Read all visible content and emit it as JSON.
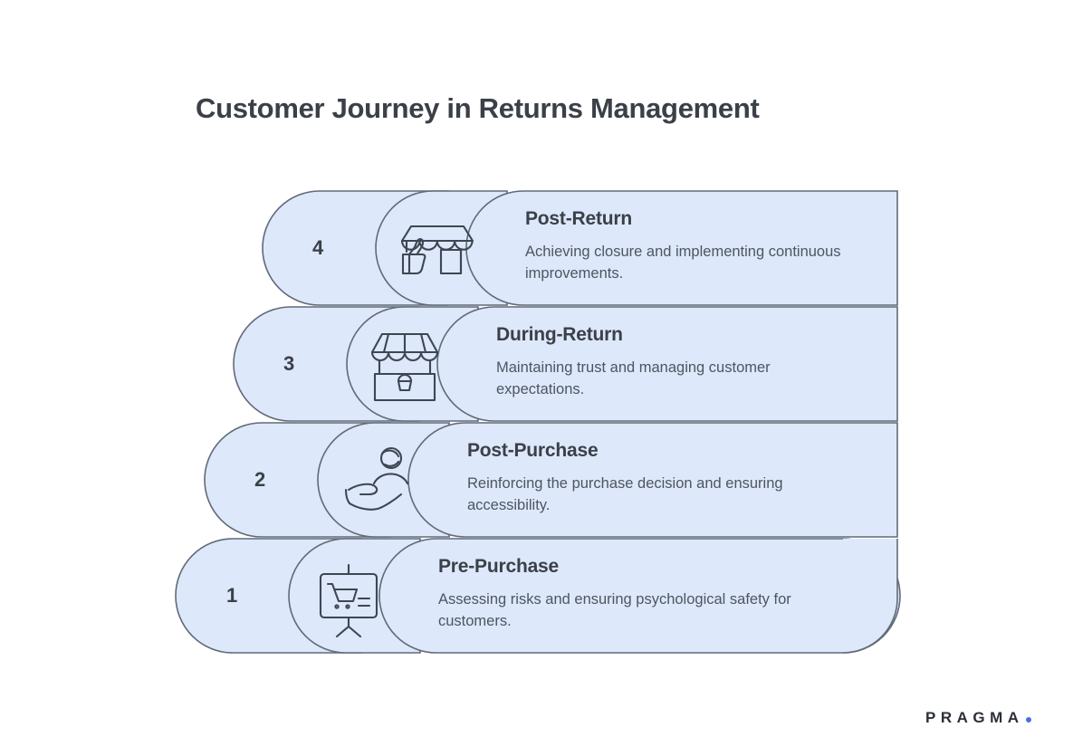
{
  "page": {
    "title": "Customer Journey in Returns Management",
    "background_color": "#ffffff"
  },
  "theme": {
    "panel_fill": "#dde8fb",
    "panel_stroke": "#616a78",
    "heading_color": "#3b4048",
    "body_color": "#4e5560",
    "icon_stroke": "#3f4652",
    "accent_color": "#4571e8"
  },
  "steps": [
    {
      "number": "4",
      "heading": "Post-Return",
      "description": "Achieving closure and implementing continuous improvements.",
      "icon": "storefront-thumbs-up-icon"
    },
    {
      "number": "3",
      "heading": "During-Return",
      "description": "Maintaining trust and managing customer expectations.",
      "icon": "market-stall-basket-icon"
    },
    {
      "number": "2",
      "heading": "Post-Purchase",
      "description": "Reinforcing the purchase decision and ensuring accessibility.",
      "icon": "hand-holding-person-icon"
    },
    {
      "number": "1",
      "heading": "Pre-Purchase",
      "description": "Assessing risks and ensuring psychological safety for customers.",
      "icon": "presentation-board-cart-icon"
    }
  ],
  "footer": {
    "brand_name": "PRAGMA",
    "brand_dot": "•"
  }
}
